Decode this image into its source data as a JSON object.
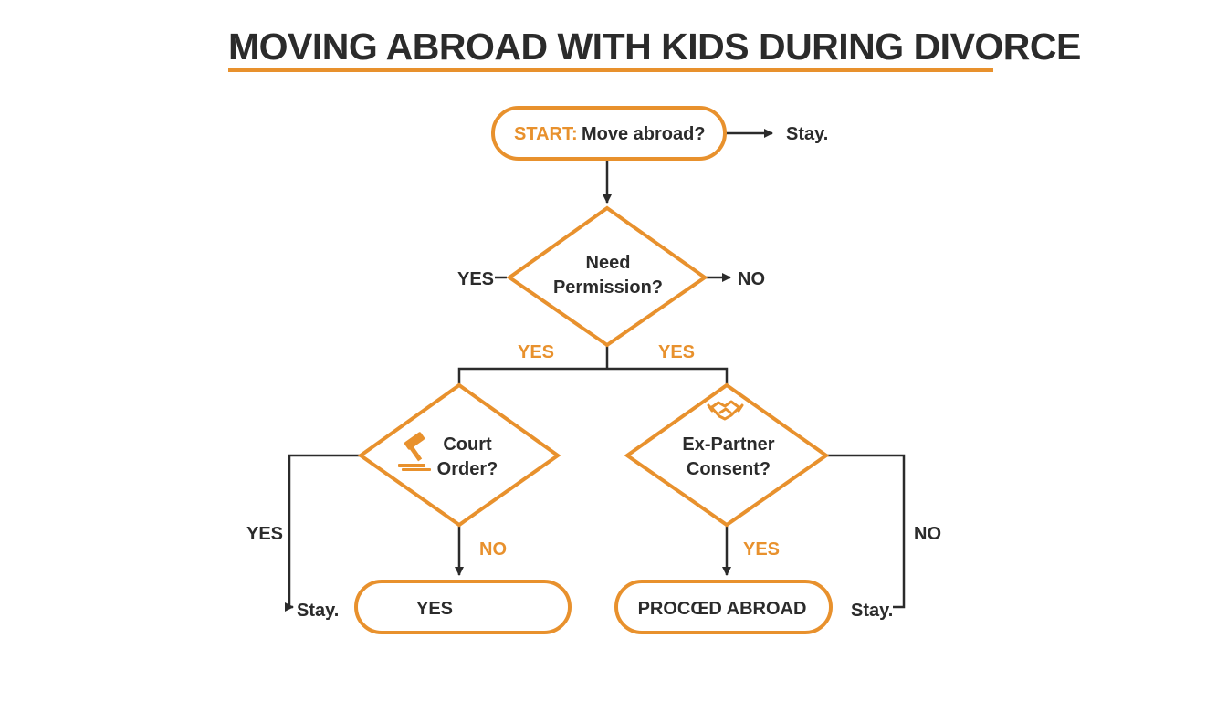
{
  "title": "MOVING ABROAD WITH KIDS DURING DIVORCE",
  "colors": {
    "accent": "#e8912d",
    "text": "#2b2b2b",
    "line": "#2b2b2b",
    "background": "#ffffff"
  },
  "nodes": {
    "start": {
      "prefix": "START:",
      "label": "Move abroad?"
    },
    "stay_top": {
      "label": "Stay."
    },
    "need_permission": {
      "line1": "Need",
      "line2": "Permission?"
    },
    "court_order": {
      "line1": "Court",
      "line2": "Order?",
      "icon": "gavel-icon"
    },
    "ex_partner_consent": {
      "line1": "Ex-Partner",
      "line2": "Consent?",
      "icon": "handshake-icon"
    },
    "yes_box": {
      "label": "YES"
    },
    "proceed_box": {
      "label": "PROCŒD ABROAD"
    },
    "stay_left": {
      "label": "Stay."
    },
    "stay_right": {
      "label": "Stay."
    }
  },
  "edge_labels": {
    "permission_yes_left": "YES",
    "permission_no_right": "NO",
    "branch_yes_left": "YES",
    "branch_yes_right": "YES",
    "court_yes": "YES",
    "court_no": "NO",
    "consent_yes": "YES",
    "consent_no": "NO"
  }
}
